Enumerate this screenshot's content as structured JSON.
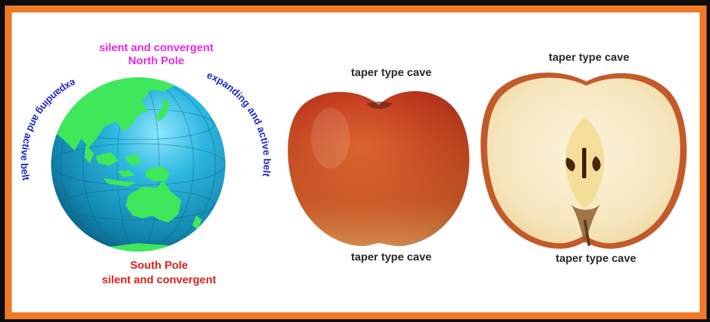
{
  "globe": {
    "top_label_line1": "silent and convergent",
    "top_label_line2": "North  Pole",
    "bottom_label_line1": "South Pole",
    "bottom_label_line2": "silent and convergent",
    "left_belt_label": "expanding and active belt",
    "right_belt_label": "expanding and active belt"
  },
  "apple_whole": {
    "top_label": "taper type cave",
    "bottom_label": "taper type cave"
  },
  "apple_half": {
    "top_label": "taper type cave",
    "bottom_label": "taper type cave"
  },
  "colors": {
    "border": "#f07a24",
    "north_label": "#e528e5",
    "south_label": "#e02020",
    "belt_label": "#1f2bd0",
    "ocean": "#1aa0c8",
    "land": "#3ee85a"
  }
}
